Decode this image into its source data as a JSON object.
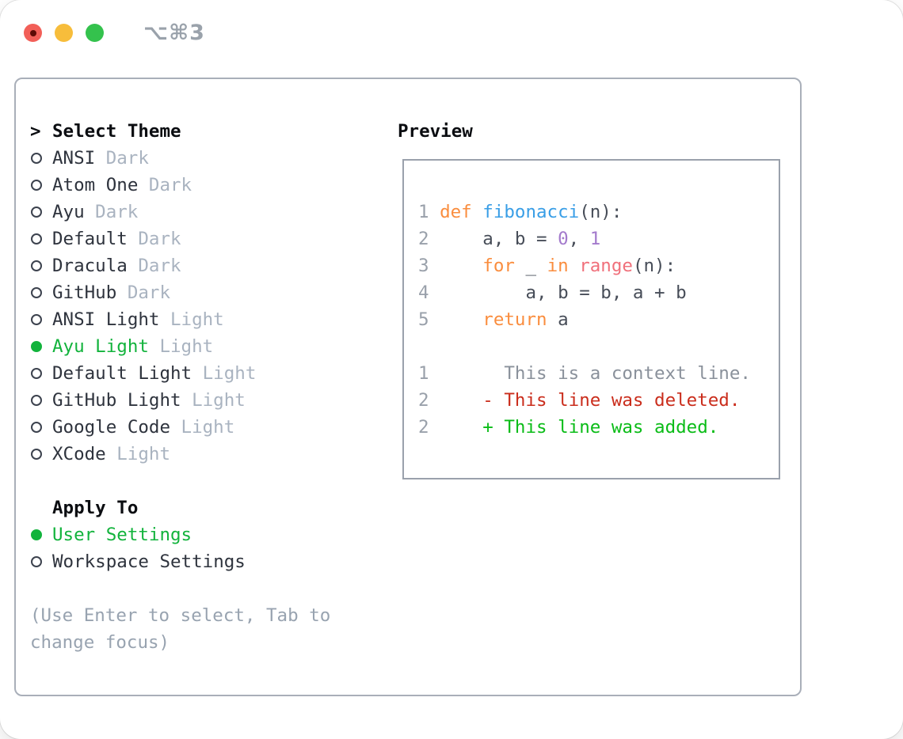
{
  "titlebar": {
    "shortcut": "⌥⌘3",
    "traffic_lights": [
      {
        "name": "close",
        "color": "#f25f58"
      },
      {
        "name": "minimize",
        "color": "#f7bd3b"
      },
      {
        "name": "zoom",
        "color": "#34c24d"
      }
    ]
  },
  "colors": {
    "accent_green": "#12b33c",
    "panel_border": "#a9afb9",
    "preview_border": "#9aa1ac",
    "muted_gray": "#a9b3c0",
    "hint_gray": "#98a3b0",
    "line_number_gray": "#99a0aa",
    "keyword_orange": "#fa8d3e",
    "function_blue": "#399ee6",
    "number_purple": "#a37acc",
    "call_red": "#f0707b",
    "code_text": "#474d58",
    "diff_context_gray": "#8a919b",
    "diff_deleted_red": "#ca2d1c",
    "diff_added_green": "#0abc17"
  },
  "theme_panel": {
    "prompt": ">",
    "title": "Select Theme",
    "items": [
      {
        "name": "ANSI",
        "variant": "Dark",
        "selected": false
      },
      {
        "name": "Atom One",
        "variant": "Dark",
        "selected": false
      },
      {
        "name": "Ayu",
        "variant": "Dark",
        "selected": false
      },
      {
        "name": "Default",
        "variant": "Dark",
        "selected": false
      },
      {
        "name": "Dracula",
        "variant": "Dark",
        "selected": false
      },
      {
        "name": "GitHub",
        "variant": "Dark",
        "selected": false
      },
      {
        "name": "ANSI Light",
        "variant": "Light",
        "selected": false
      },
      {
        "name": "Ayu Light",
        "variant": "Light",
        "selected": true
      },
      {
        "name": "Default Light",
        "variant": "Light",
        "selected": false
      },
      {
        "name": "GitHub Light",
        "variant": "Light",
        "selected": false
      },
      {
        "name": "Google Code",
        "variant": "Light",
        "selected": false
      },
      {
        "name": "XCode",
        "variant": "Light",
        "selected": false
      }
    ]
  },
  "apply_to": {
    "title": "Apply To",
    "options": [
      {
        "label": "User Settings",
        "selected": true
      },
      {
        "label": "Workspace Settings",
        "selected": false
      }
    ]
  },
  "hint": {
    "line1": "(Use Enter to select, Tab to",
    "line2": "change focus)"
  },
  "preview": {
    "title": "Preview",
    "lines": [
      [
        {
          "t": "1 ",
          "c": "ln"
        },
        {
          "t": "def ",
          "c": "kw"
        },
        {
          "t": "fibonacci",
          "c": "fn"
        },
        {
          "t": "(n):",
          "c": "code"
        }
      ],
      [
        {
          "t": "2",
          "c": "ln"
        },
        {
          "t": "     a, b = ",
          "c": "code"
        },
        {
          "t": "0",
          "c": "num"
        },
        {
          "t": ", ",
          "c": "code"
        },
        {
          "t": "1",
          "c": "num"
        }
      ],
      [
        {
          "t": "3",
          "c": "ln"
        },
        {
          "t": "     ",
          "c": "code"
        },
        {
          "t": "for ",
          "c": "kw"
        },
        {
          "t": "_ ",
          "c": "code"
        },
        {
          "t": "in ",
          "c": "kw"
        },
        {
          "t": "range",
          "c": "call"
        },
        {
          "t": "(n):",
          "c": "code"
        }
      ],
      [
        {
          "t": "4",
          "c": "ln"
        },
        {
          "t": "         a, b = b, a + b",
          "c": "code"
        }
      ],
      [
        {
          "t": "5",
          "c": "ln"
        },
        {
          "t": "     ",
          "c": "code"
        },
        {
          "t": "return ",
          "c": "kw"
        },
        {
          "t": "a",
          "c": "code"
        }
      ],
      [],
      [
        {
          "t": "1",
          "c": "ln"
        },
        {
          "t": "       This is a context line.",
          "c": "ctx"
        }
      ],
      [
        {
          "t": "2",
          "c": "ln"
        },
        {
          "t": "     ",
          "c": "code"
        },
        {
          "t": "- This line was deleted.",
          "c": "del"
        }
      ],
      [
        {
          "t": "2",
          "c": "ln"
        },
        {
          "t": "     ",
          "c": "code"
        },
        {
          "t": "+ This line was added.",
          "c": "add"
        }
      ]
    ]
  }
}
